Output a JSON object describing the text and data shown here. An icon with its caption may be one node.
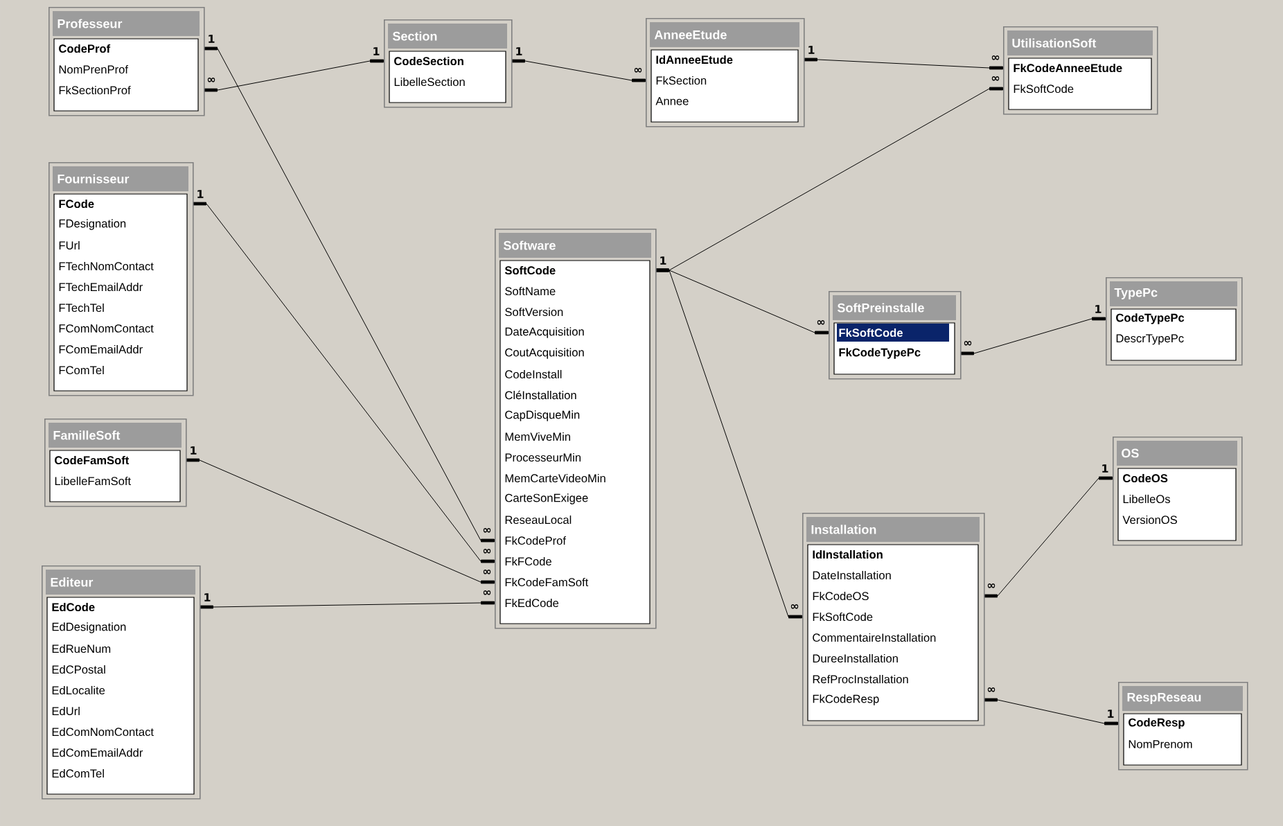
{
  "diagram": {
    "nodes": [
      {
        "text": [
          "Professeur",
          "CodeProf",
          "NomPrenProf",
          "FkSectionProf"
        ]
      },
      {
        "text": [
          "Section",
          "CodeSection",
          "LibelleSection"
        ]
      },
      {
        "text": [
          "AnneeEtude",
          "IdAnneeEtude",
          "FkSection",
          "Annee"
        ]
      },
      {
        "text": [
          "UtilisationSoft",
          "FkCodeAnneeEtude",
          "FkSoftCode"
        ]
      },
      {
        "text": [
          "Fournisseur",
          "FCode",
          "FDesignation",
          "FUrl",
          "FTechNomContact",
          "FTechEmailAddr",
          "FTechTel",
          "FComNomContact",
          "FComEmailAddr",
          "FComTel"
        ]
      },
      {
        "text": [
          "Software",
          "SoftCode",
          "SoftName",
          "SoftVersion",
          "DateAcquisition",
          "CoutAcquisition",
          "CodeInstall",
          "CléInstallation",
          "CapDisqueMin",
          "MemViveMin",
          "ProcesseurMin",
          "MemCarteVideoMin",
          "CarteSonExigee",
          "ReseauLocal",
          "FkCodeProf",
          "FkFCode",
          "FkCodeFamSoft",
          "FkEdCode"
        ]
      },
      {
        "text": [
          "SoftPreinstalle",
          "FkSoftCode",
          "FkCodeTypePc"
        ]
      },
      {
        "text": [
          "TypePc",
          "CodeTypePc",
          "DescrTypePc"
        ]
      },
      {
        "text": [
          "FamilleSoft",
          "CodeFamSoft",
          "LibelleFamSoft"
        ]
      },
      {
        "text": [
          "OS",
          "CodeOS",
          "LibelleOs",
          "VersionOS"
        ]
      },
      {
        "text": [
          "Installation",
          "IdInstallation",
          "DateInstallation",
          "FkCodeOS",
          "FkSoftCode",
          "CommentaireInstallation",
          "DureeInstallation",
          "RefProcInstallation",
          "FkCodeResp"
        ]
      },
      {
        "text": [
          "Editeur",
          "EdCode",
          "EdDesignation",
          "EdRueNum",
          "EdCPostal",
          "EdLocalite",
          "EdUrl",
          "EdComNomContact",
          "EdComEmailAddr",
          "EdComTel"
        ]
      },
      {
        "text": [
          "RespReseau",
          "CodeResp",
          "NomPrenom"
        ]
      }
    ],
    "edges": [
      {
        "from": 0,
        "to": 5,
        "arrow": "other"
      },
      {
        "from": 1,
        "to": 0,
        "arrow": "other"
      },
      {
        "from": 1,
        "to": 2,
        "arrow": "other"
      },
      {
        "from": 2,
        "to": 3,
        "arrow": "other"
      },
      {
        "from": 5,
        "to": 3,
        "arrow": "other"
      },
      {
        "from": 4,
        "to": 5,
        "arrow": "other"
      },
      {
        "from": 5,
        "to": 6,
        "arrow": "other"
      },
      {
        "from": 7,
        "to": 6,
        "arrow": "other"
      },
      {
        "from": 8,
        "to": 5,
        "arrow": "other"
      },
      {
        "from": 11,
        "to": 5,
        "arrow": "other"
      },
      {
        "from": 5,
        "to": 10,
        "arrow": "other"
      },
      {
        "from": 9,
        "to": 10,
        "arrow": "other"
      },
      {
        "from": 12,
        "to": 10,
        "arrow": "other"
      }
    ],
    "labels": [
      "1",
      "∞",
      "1",
      "∞",
      "1",
      "∞",
      "1",
      "∞",
      "1",
      "∞",
      "1",
      "∞",
      "∞",
      "1",
      "∞",
      "1",
      "∞",
      "1",
      "∞",
      "∞",
      "1",
      "∞",
      "1",
      "∞"
    ]
  }
}
